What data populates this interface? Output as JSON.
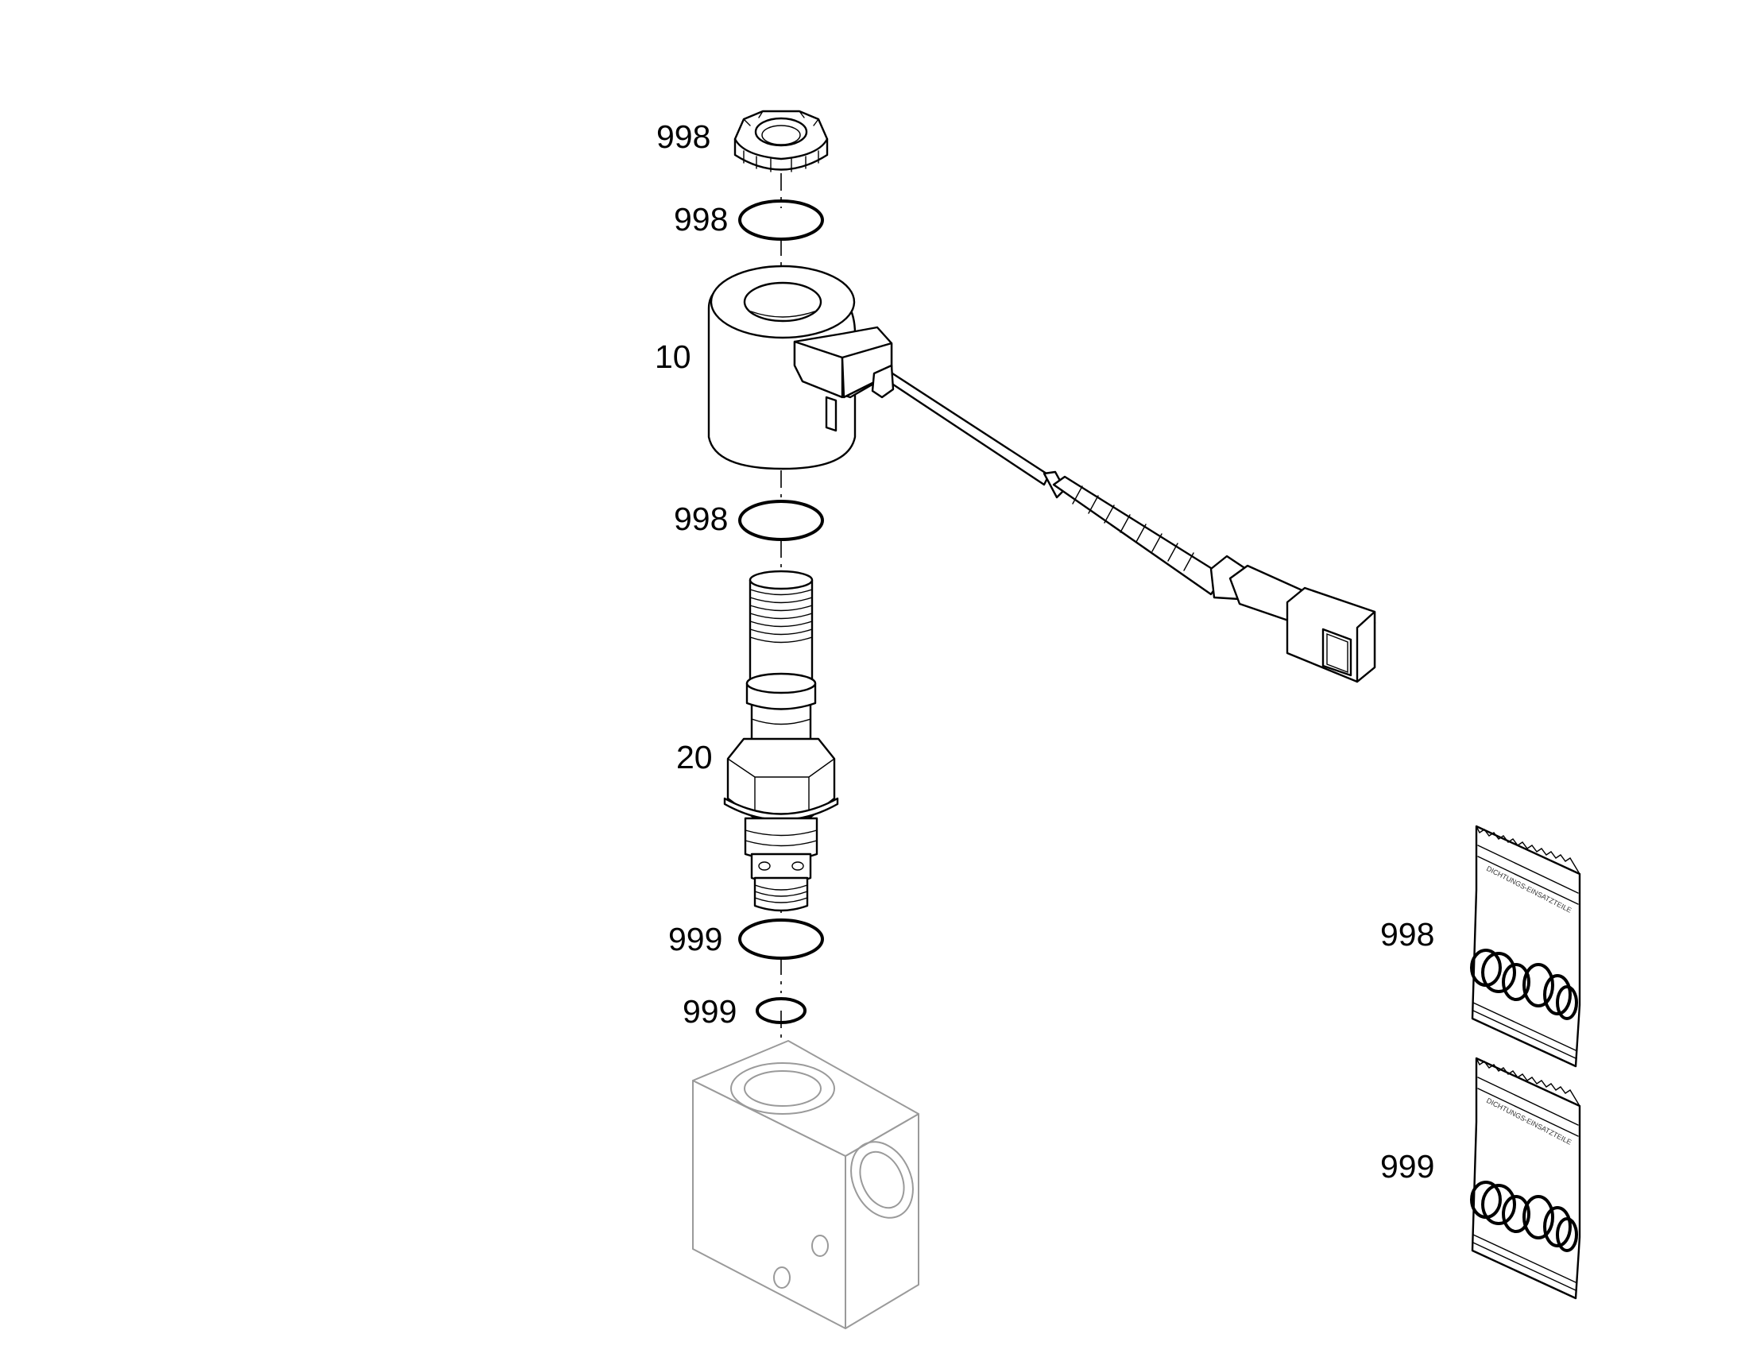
{
  "callouts": [
    {
      "id": "nut",
      "label": "998"
    },
    {
      "id": "oring-top",
      "label": "998"
    },
    {
      "id": "coil",
      "label": "10"
    },
    {
      "id": "oring-mid",
      "label": "998"
    },
    {
      "id": "cartridge",
      "label": "20"
    },
    {
      "id": "oring-lower",
      "label": "999"
    },
    {
      "id": "oring-bottom",
      "label": "999"
    },
    {
      "id": "kit-bag-998",
      "label": "998"
    },
    {
      "id": "kit-bag-999",
      "label": "999"
    }
  ],
  "bag_print": "DICHTUNGS-EINSATZTEILE"
}
